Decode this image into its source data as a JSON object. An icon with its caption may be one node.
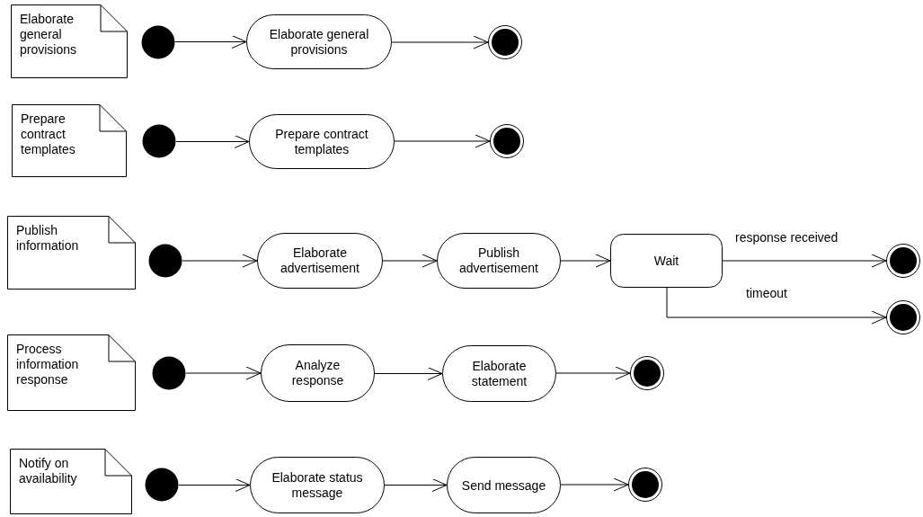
{
  "diagram": {
    "nodes": [
      {
        "text": [
          "Elaborate general provisions"
        ]
      },
      {
        "text": [],
        "shape": "circle"
      },
      {
        "text": [
          "Elaborate general provisions"
        ]
      },
      {
        "text": [],
        "shape": "bullseye"
      },
      {
        "text": [
          "Prepare contract templates"
        ]
      },
      {
        "text": [],
        "shape": "circle"
      },
      {
        "text": [
          "Prepare contract templates"
        ]
      },
      {
        "text": [],
        "shape": "bullseye"
      },
      {
        "text": [
          "Publish information"
        ]
      },
      {
        "text": [],
        "shape": "circle"
      },
      {
        "text": [
          "Elaborate advertisement"
        ]
      },
      {
        "text": [
          "Publish advertisement"
        ]
      },
      {
        "text": [
          "Wait"
        ]
      },
      {
        "text": [],
        "shape": "bullseye"
      },
      {
        "text": [],
        "shape": "bullseye"
      },
      {
        "text": [
          "Process information response"
        ]
      },
      {
        "text": [],
        "shape": "circle"
      },
      {
        "text": [
          "Analyze response"
        ]
      },
      {
        "text": [
          "Elaborate statement"
        ]
      },
      {
        "text": [],
        "shape": "bullseye"
      },
      {
        "text": [
          "Notify on availability"
        ]
      },
      {
        "text": [],
        "shape": "circle"
      },
      {
        "text": [
          "Elaborate status message"
        ]
      },
      {
        "text": [
          "Send message"
        ]
      },
      {
        "text": [],
        "shape": "bullseye"
      }
    ],
    "edges": [
      {
        "from": 1,
        "to": 2,
        "arrow": "to"
      },
      {
        "from": 2,
        "to": 3,
        "arrow": "to"
      },
      {
        "from": 5,
        "to": 6,
        "arrow": "to"
      },
      {
        "from": 6,
        "to": 7,
        "arrow": "to"
      },
      {
        "from": 9,
        "to": 10,
        "arrow": "to"
      },
      {
        "from": 10,
        "to": 11,
        "arrow": "to"
      },
      {
        "from": 11,
        "to": 12,
        "arrow": "to"
      },
      {
        "from": 12,
        "to": 13,
        "arrow": "to",
        "label": "response received"
      },
      {
        "from": 12,
        "to": 14,
        "arrow": "to",
        "label": "timeout"
      },
      {
        "from": 16,
        "to": 17,
        "arrow": "to"
      },
      {
        "from": 17,
        "to": 18,
        "arrow": "to"
      },
      {
        "from": 18,
        "to": 19,
        "arrow": "to"
      },
      {
        "from": 21,
        "to": 22,
        "arrow": "to"
      },
      {
        "from": 22,
        "to": 23,
        "arrow": "to"
      },
      {
        "from": 23,
        "to": 24,
        "arrow": "to"
      }
    ]
  }
}
